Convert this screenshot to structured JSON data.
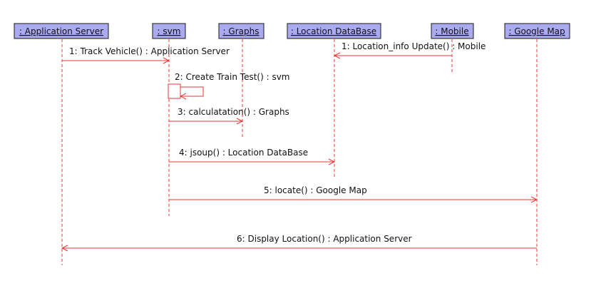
{
  "lifelines": [
    {
      "id": "appserver",
      "title": ": Application Server"
    },
    {
      "id": "svm",
      "title": ": svm"
    },
    {
      "id": "graphs",
      "title": ": Graphs"
    },
    {
      "id": "locdb",
      "title": ": Location DataBase"
    },
    {
      "id": "mobile",
      "title": ": Mobile"
    },
    {
      "id": "gmap",
      "title": ": Google Map"
    }
  ],
  "messages": [
    {
      "id": "m1",
      "from": "appserver",
      "to": "svm",
      "label": "1: Track Vehicle() : Application Server"
    },
    {
      "id": "m1b",
      "from": "mobile",
      "to": "locdb",
      "label": "1: Location_info Update() : Mobile"
    },
    {
      "id": "m2",
      "from": "svm",
      "to": "svm",
      "label": "2: Create Train Test() : svm",
      "self": true
    },
    {
      "id": "m3",
      "from": "svm",
      "to": "graphs",
      "label": "3: calculatation() : Graphs"
    },
    {
      "id": "m4",
      "from": "svm",
      "to": "locdb",
      "label": "4: jsoup() : Location DataBase"
    },
    {
      "id": "m5",
      "from": "svm",
      "to": "gmap",
      "label": "5: locate() : Google Map"
    },
    {
      "id": "m6",
      "from": "gmap",
      "to": "appserver",
      "label": "6: Display Location() : Application Server"
    }
  ],
  "colors": {
    "header_fill": "#aaaaf0",
    "line": "#ee3333"
  }
}
